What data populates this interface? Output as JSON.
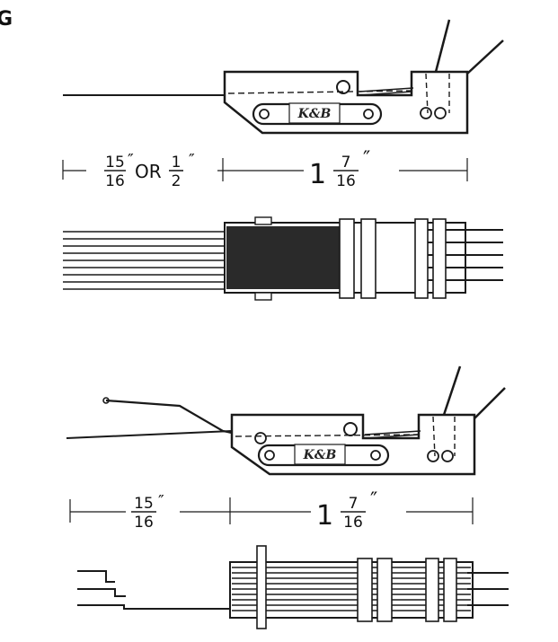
{
  "corner_mark": "G",
  "figures": [
    {
      "id": "top",
      "logo": "K&B",
      "dim_left": {
        "a_num": "15",
        "a_den": "16",
        "a_mark": "″",
        "joiner": "OR",
        "b_num": "1",
        "b_den": "2",
        "b_mark": "″"
      },
      "dim_right": {
        "whole": "1",
        "num": "7",
        "den": "16",
        "mark": "″"
      }
    },
    {
      "id": "bottom",
      "logo": "K&B",
      "dim_left": {
        "num": "15",
        "den": "16",
        "mark": "″"
      },
      "dim_right": {
        "whole": "1",
        "num": "7",
        "den": "16",
        "mark": "″"
      }
    }
  ]
}
